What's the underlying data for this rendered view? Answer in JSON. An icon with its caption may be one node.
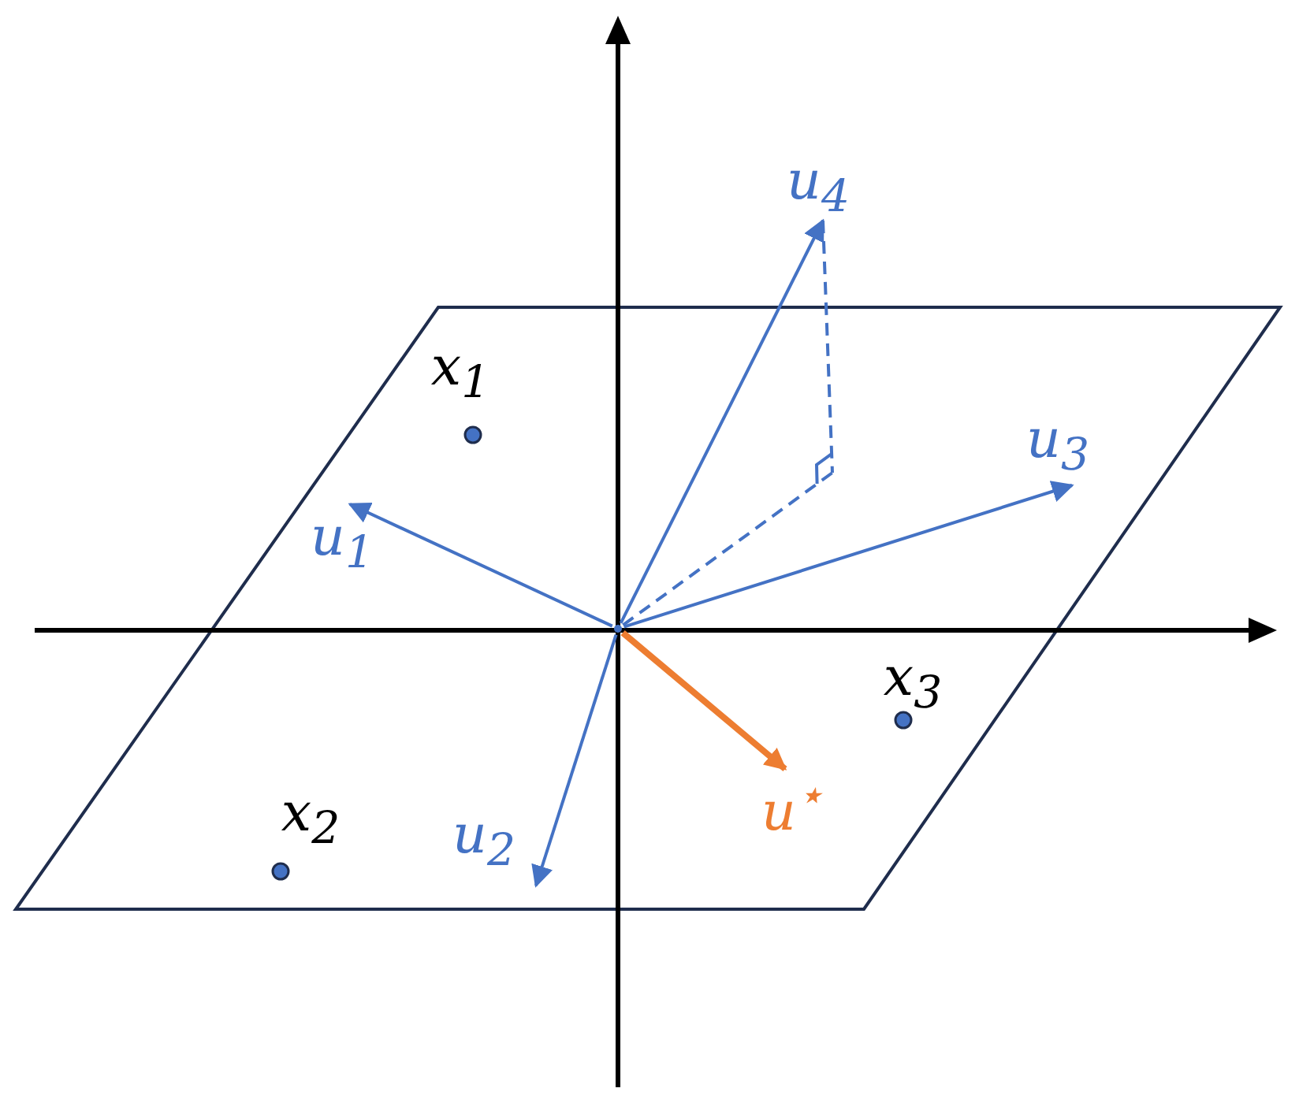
{
  "diagram": {
    "nodes": [
      {
        "text": [
          "x$_{1}$"
        ]
      },
      {
        "text": [
          "u$_{1}$"
        ]
      },
      {
        "text": [
          "u$_{4}$"
        ]
      },
      {
        "text": [
          "u$_{3}$"
        ]
      },
      {
        "text": [
          "x$_{3}$"
        ]
      },
      {
        "text": [
          "x$_{2}$"
        ]
      },
      {
        "text": [
          "u$_{2}$"
        ]
      },
      {
        "text": [
          "u$^{⋆}$"
        ]
      },
      {
        "text": [],
        "shape": "point"
      },
      {
        "text": [],
        "shape": "angle"
      }
    ],
    "edges": [
      {
        "from": 8,
        "to": 1,
        "arrow": "to"
      },
      {
        "from": 8,
        "to": 2,
        "arrow": "to"
      },
      {
        "from": 8,
        "to": 3,
        "arrow": "to"
      },
      {
        "from": 8,
        "to": 6,
        "arrow": "to"
      },
      {
        "from": 8,
        "to": 7,
        "arrow": "to",
        "style": "thick",
        "color": "#ed7d31"
      },
      {
        "from": 2,
        "to": 9,
        "arrow": "none",
        "style": "dashed"
      },
      {
        "from": 8,
        "to": 9,
        "arrow": "none",
        "style": "dashed"
      }
    ]
  }
}
